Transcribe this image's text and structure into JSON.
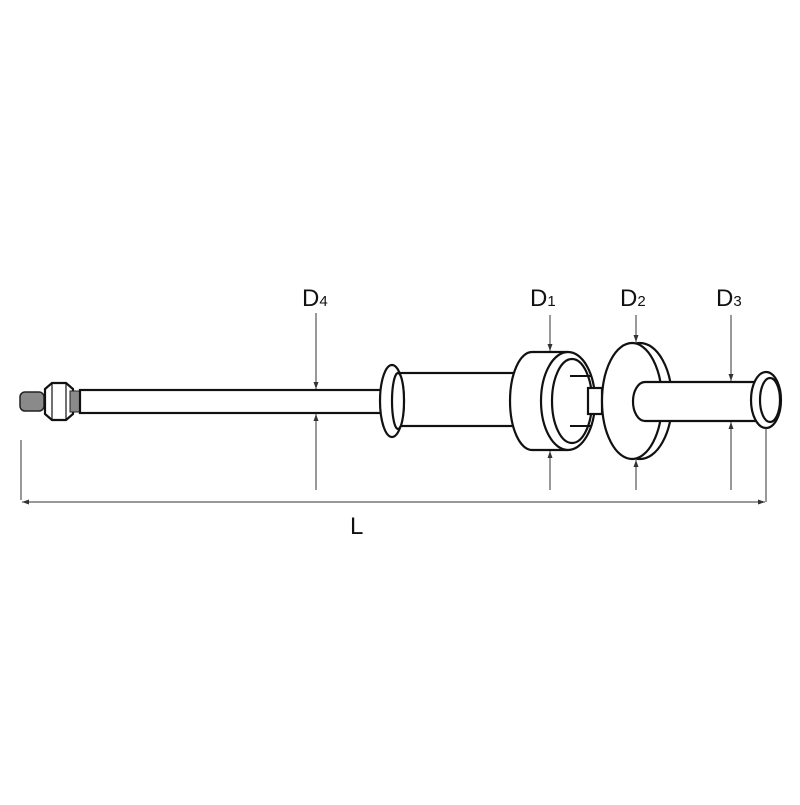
{
  "diagram": {
    "labels": {
      "d4": {
        "main": "D",
        "sub": "4"
      },
      "d1": {
        "main": "D",
        "sub": "1"
      },
      "d2": {
        "main": "D",
        "sub": "2"
      },
      "d3": {
        "main": "D",
        "sub": "3"
      },
      "length": "L"
    },
    "colors": {
      "line": "#111111",
      "thread": "#8a8a8a"
    }
  }
}
